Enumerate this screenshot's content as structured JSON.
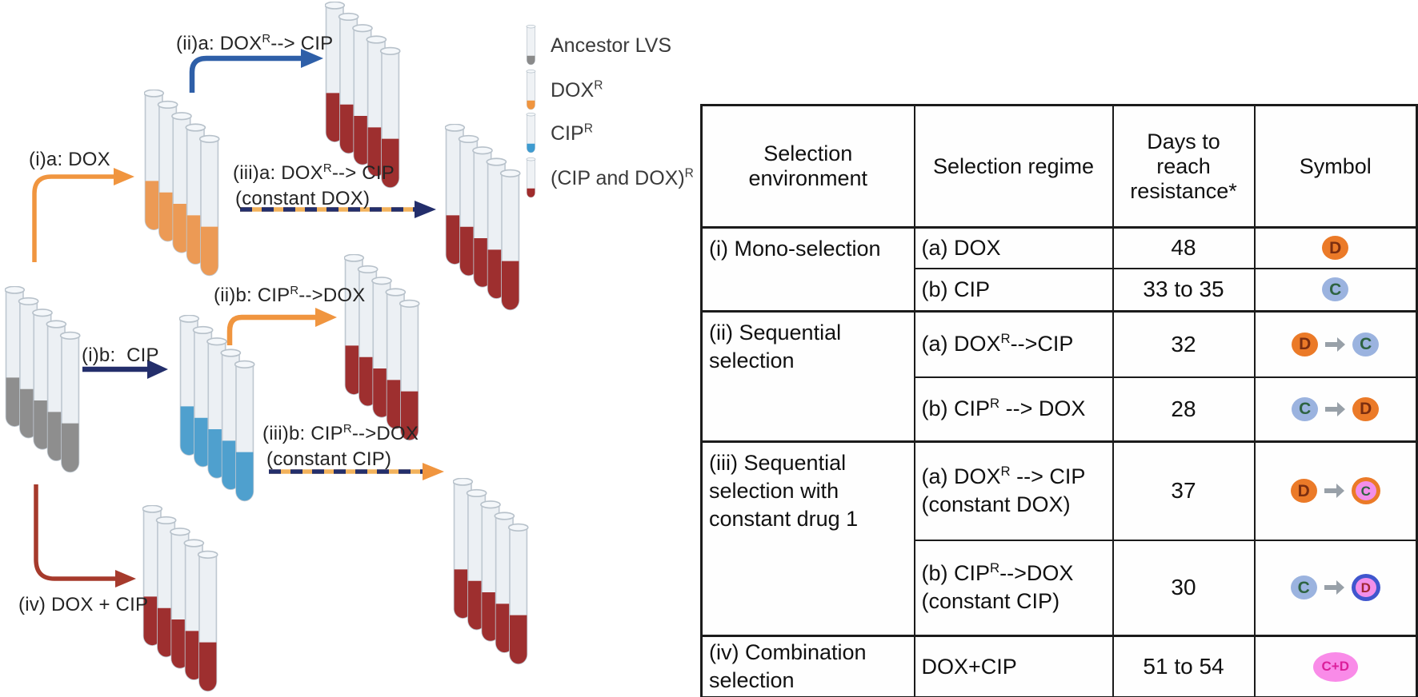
{
  "colors": {
    "arrow_orange": "#F0953F",
    "arrow_steel_blue": "#2E5FA8",
    "arrow_navy": "#232E6B",
    "arrow_dark_red": "#A63A2C",
    "liquid_gray": "#8E8E8E",
    "liquid_orange": "#EC9A55",
    "liquid_blue": "#4FA0CE",
    "liquid_dark_red": "#9E2F2F",
    "symbol_orange": "#EB7A28",
    "symbol_blue": "#9BB3DF",
    "symbol_pink_fill": "#F28FE9",
    "symbol_ring_blue": "#4056CE",
    "symbol_combo_pink": "#F98BE8",
    "symbol_combo_text": "#DC1F9B",
    "table_border": "#1b1b1b"
  },
  "legend": {
    "items": [
      {
        "label": "Ancestor LVS",
        "sup": "",
        "color": "#8A8A8A"
      },
      {
        "label": "DOX",
        "sup": "R",
        "color": "#F0953F"
      },
      {
        "label": "CIP",
        "sup": "R",
        "color": "#3E9BD0"
      },
      {
        "label": "(CIP and DOX)",
        "sup": "R",
        "color": "#A02C2C"
      }
    ]
  },
  "diagram": {
    "labels": {
      "ia": "(i)a: DOX",
      "iia_pre": "(ii)a: DOX",
      "iia_sup": "R",
      "iia_post": "--> CIP",
      "iiia_pre": "(iii)a: DOX",
      "iiia_sup": "R",
      "iiia_post": "--> CIP",
      "iiia_line2": "(constant DOX)",
      "ib": "(i)b:  CIP",
      "iib_pre": "(ii)b: CIP",
      "iib_sup": "R",
      "iib_post": "-->DOX",
      "iiib_pre": "(iii)b: CIP",
      "iiib_sup": "R",
      "iiib_post": "-->DOX",
      "iiib_line2": "(constant CIP)",
      "iv": "(iv) DOX + CIP"
    }
  },
  "table": {
    "headers": [
      "Selection environment",
      "Selection regime",
      "Days to reach resistance*",
      "Symbol"
    ],
    "rows": [
      {
        "env": "(i) Mono-selection",
        "regime_pre": "(a) DOX",
        "days": "48",
        "sym_letter": "D"
      },
      {
        "regime_pre": "(b) CIP",
        "days": "33 to 35",
        "sym_letter": "C"
      },
      {
        "env": "(ii) Sequential selection",
        "regime_pre": "(a) DOX",
        "regime_sup": "R",
        "regime_post": "-->CIP",
        "days": "32",
        "sym_from": "D",
        "sym_to": "C"
      },
      {
        "regime_pre": "(b) CIP",
        "regime_sup": "R",
        "regime_post": " --> DOX",
        "days": "28",
        "sym_from": "C",
        "sym_to": "D"
      },
      {
        "env": "(iii) Sequential selection with constant drug 1",
        "regime_pre": "(a) DOX",
        "regime_sup": "R",
        "regime_post": " --> CIP",
        "regime_line2": "(constant DOX)",
        "days": "37",
        "sym_from": "D",
        "sym_to": "C"
      },
      {
        "regime_pre": "(b) CIP",
        "regime_sup": "R",
        "regime_post": "-->DOX",
        "regime_line2": "(constant CIP)",
        "days": "30",
        "sym_from": "C",
        "sym_to": "D"
      },
      {
        "env": "(iv) Combination selection",
        "regime_pre": "DOX+CIP",
        "days": "51 to 54",
        "sym_text": "C+D"
      }
    ]
  }
}
